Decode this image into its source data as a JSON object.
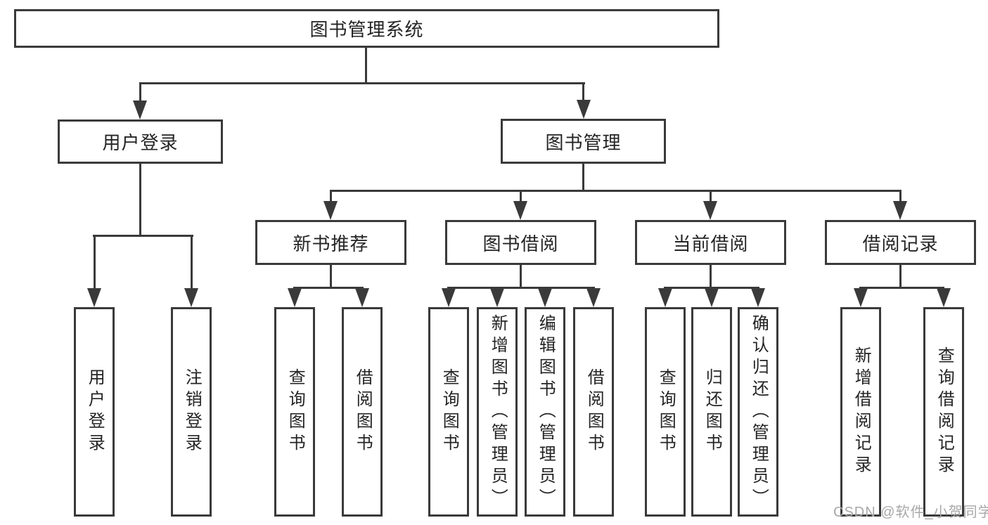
{
  "tree": {
    "label": "图书管理系统",
    "children": [
      {
        "label": "用户登录",
        "children": [
          {
            "label": "用户登录"
          },
          {
            "label": "注销登录"
          }
        ]
      },
      {
        "label": "图书管理",
        "children": [
          {
            "label": "新书推荐",
            "children": [
              {
                "label": "查询图书"
              },
              {
                "label": "借阅图书"
              }
            ]
          },
          {
            "label": "图书借阅",
            "children": [
              {
                "label": "查询图书"
              },
              {
                "label": "新增图书（管理员）"
              },
              {
                "label": "编辑图书（管理员）"
              },
              {
                "label": "借阅图书"
              }
            ]
          },
          {
            "label": "当前借阅",
            "children": [
              {
                "label": "查询图书"
              },
              {
                "label": "归还图书"
              },
              {
                "label": "确认归还（管理员）"
              }
            ]
          },
          {
            "label": "借阅记录",
            "children": [
              {
                "label": "新增借阅记录"
              },
              {
                "label": "查询借阅记录"
              }
            ]
          }
        ]
      }
    ]
  },
  "watermark": "CSDN @软件_小贺同学",
  "colors": {
    "line": "#3a3a3a",
    "box_border": "#3a3a3a",
    "text": "#242424",
    "watermark": "#a8a8a8",
    "background": "#ffffff"
  }
}
